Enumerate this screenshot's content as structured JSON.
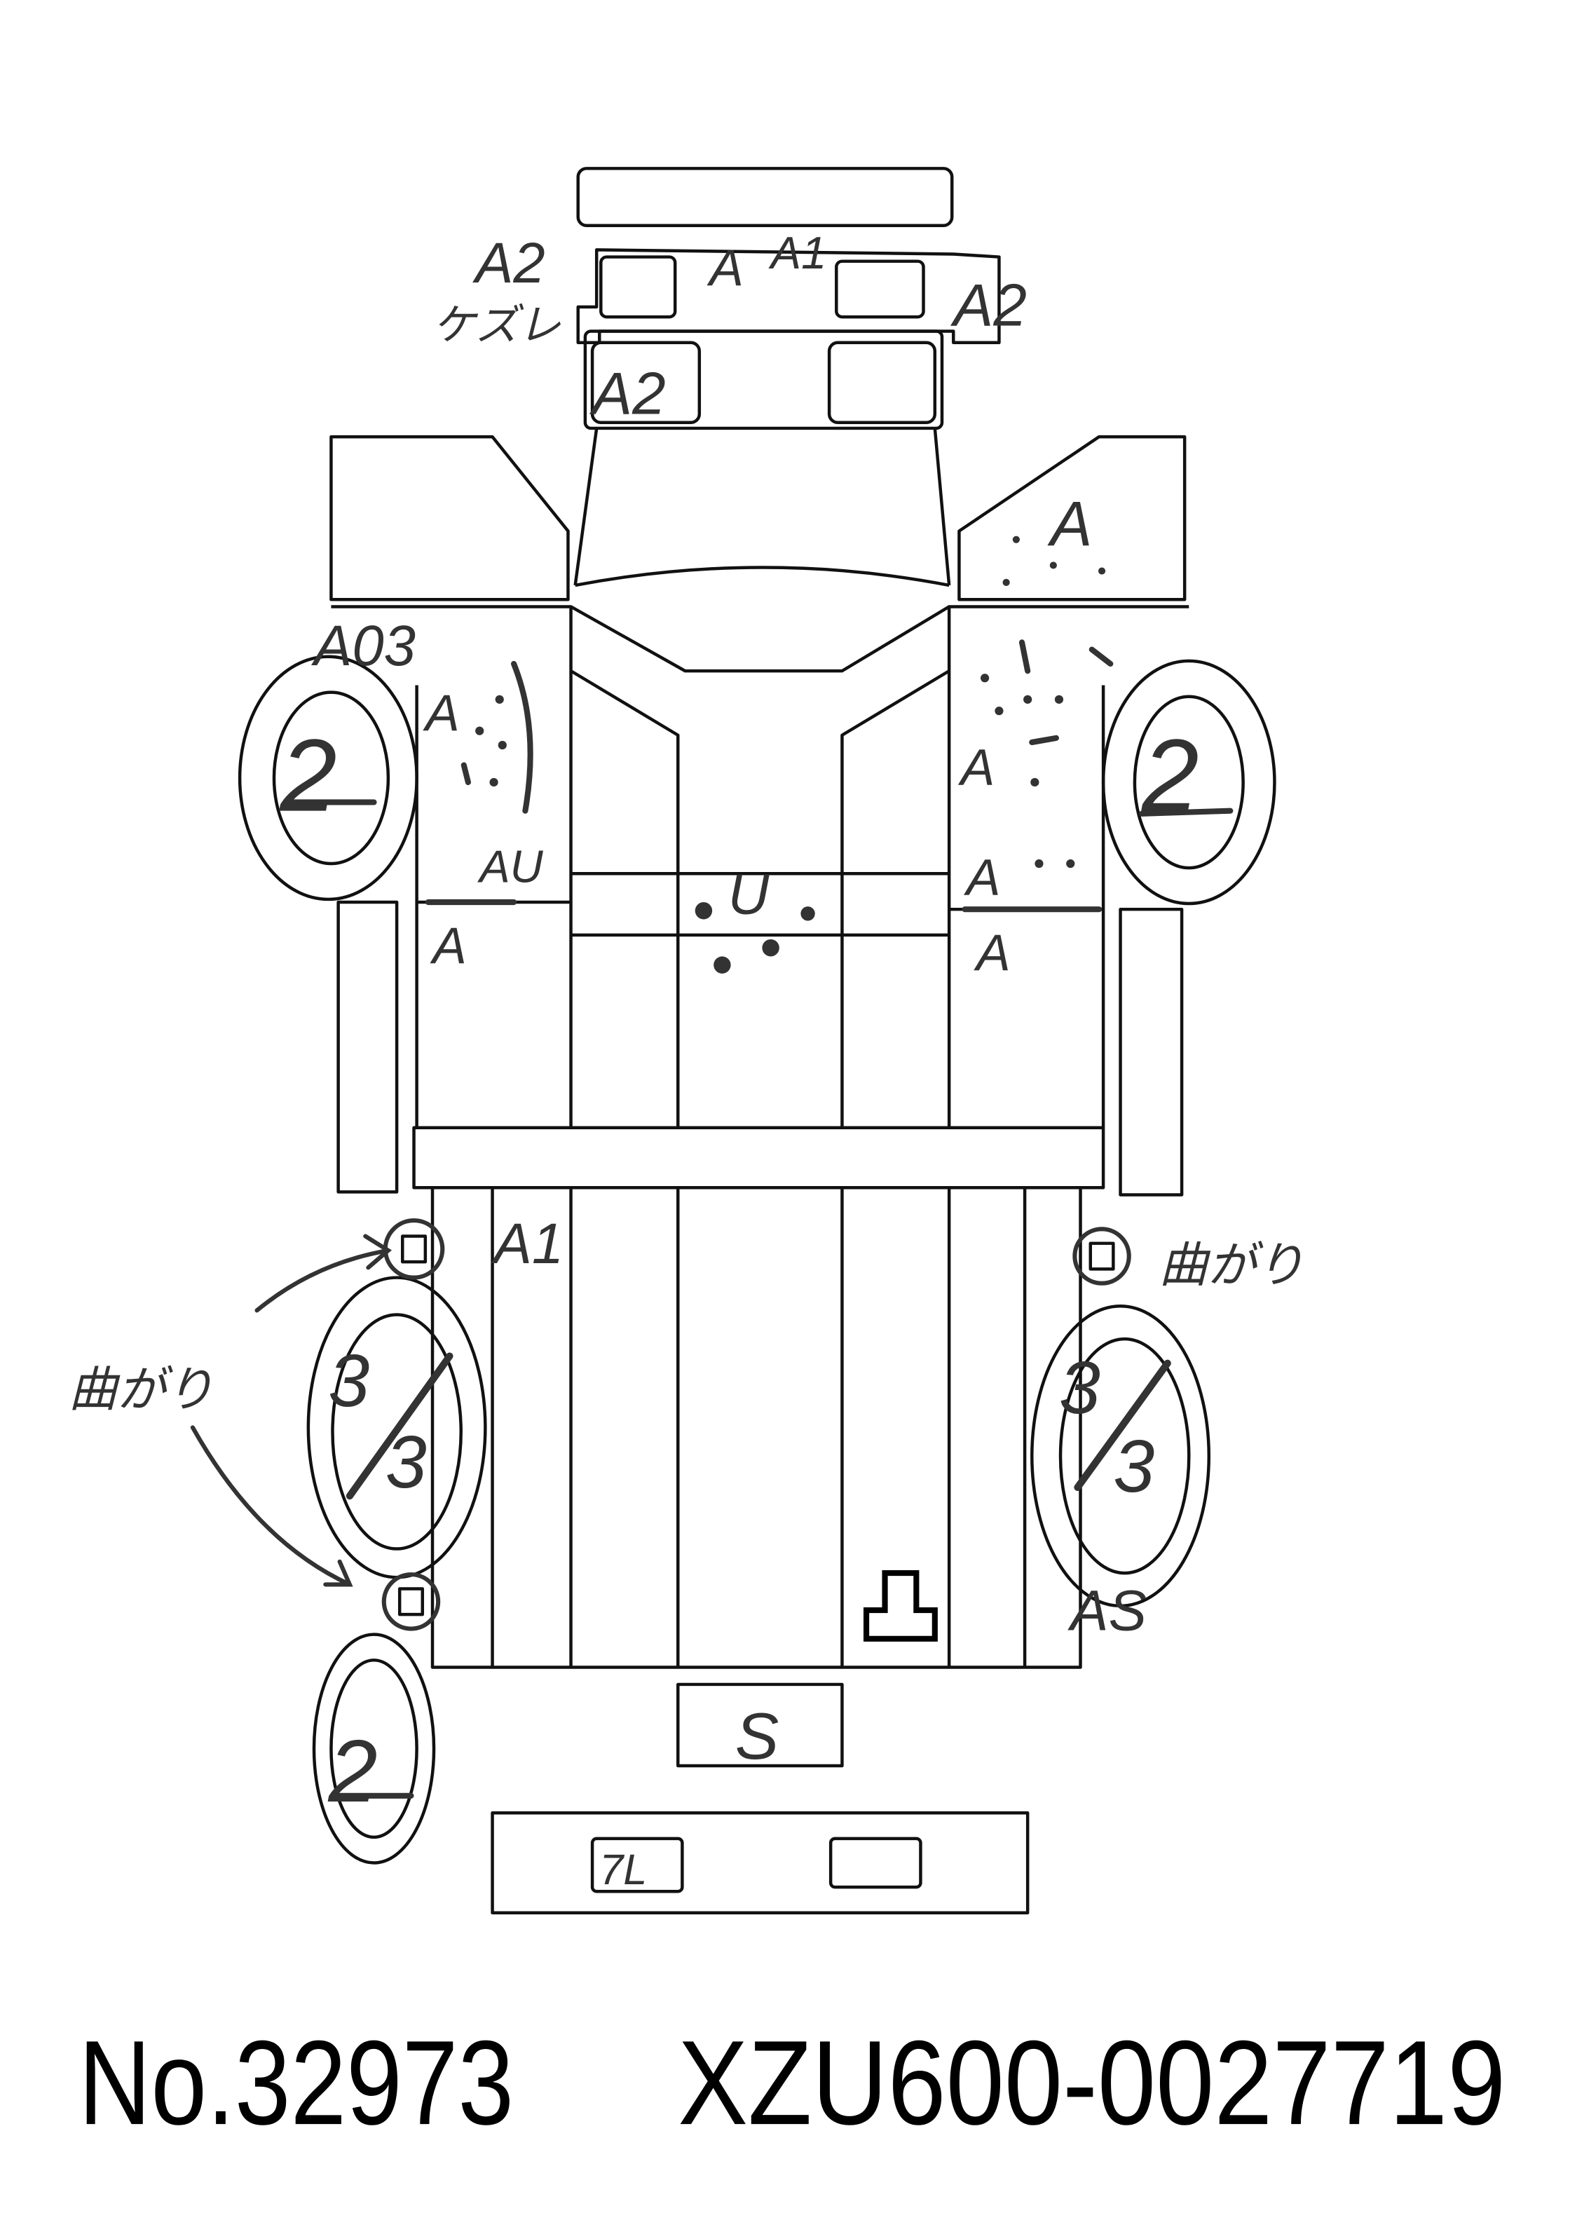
{
  "annotations": {
    "front_bumper_left": "A2",
    "front_bumper_left_note": "ケズレ",
    "grille_center": "A",
    "grille_center_2": "A1",
    "front_bumper_right": "A2",
    "cab_front_left": "A2",
    "right_mirror": "A",
    "left_front_fender": "A03",
    "left_door_upper": "A",
    "left_door_lower": "AU",
    "left_step": "A",
    "right_door_upper": "A",
    "right_door_lower": "A",
    "right_step": "A",
    "roof": "U",
    "tire_front_left": "2",
    "tire_front_right": "2",
    "bed_left": "A1",
    "bent_note_right": "曲がり",
    "bent_note_left": "曲がり",
    "tire_rear_left_top": "3",
    "tire_rear_left_bottom": "3",
    "tire_rear_right_top": "3",
    "tire_rear_right_bottom": "3",
    "rear_right": "AS",
    "spare_tire": "2",
    "rear_panel": "S",
    "rear_plate_left": "7L"
  },
  "footer": {
    "number": "No.32973",
    "chassis": "XZU600-0027719"
  },
  "colors": {
    "line": "#111111",
    "handwriting": "#333333"
  }
}
